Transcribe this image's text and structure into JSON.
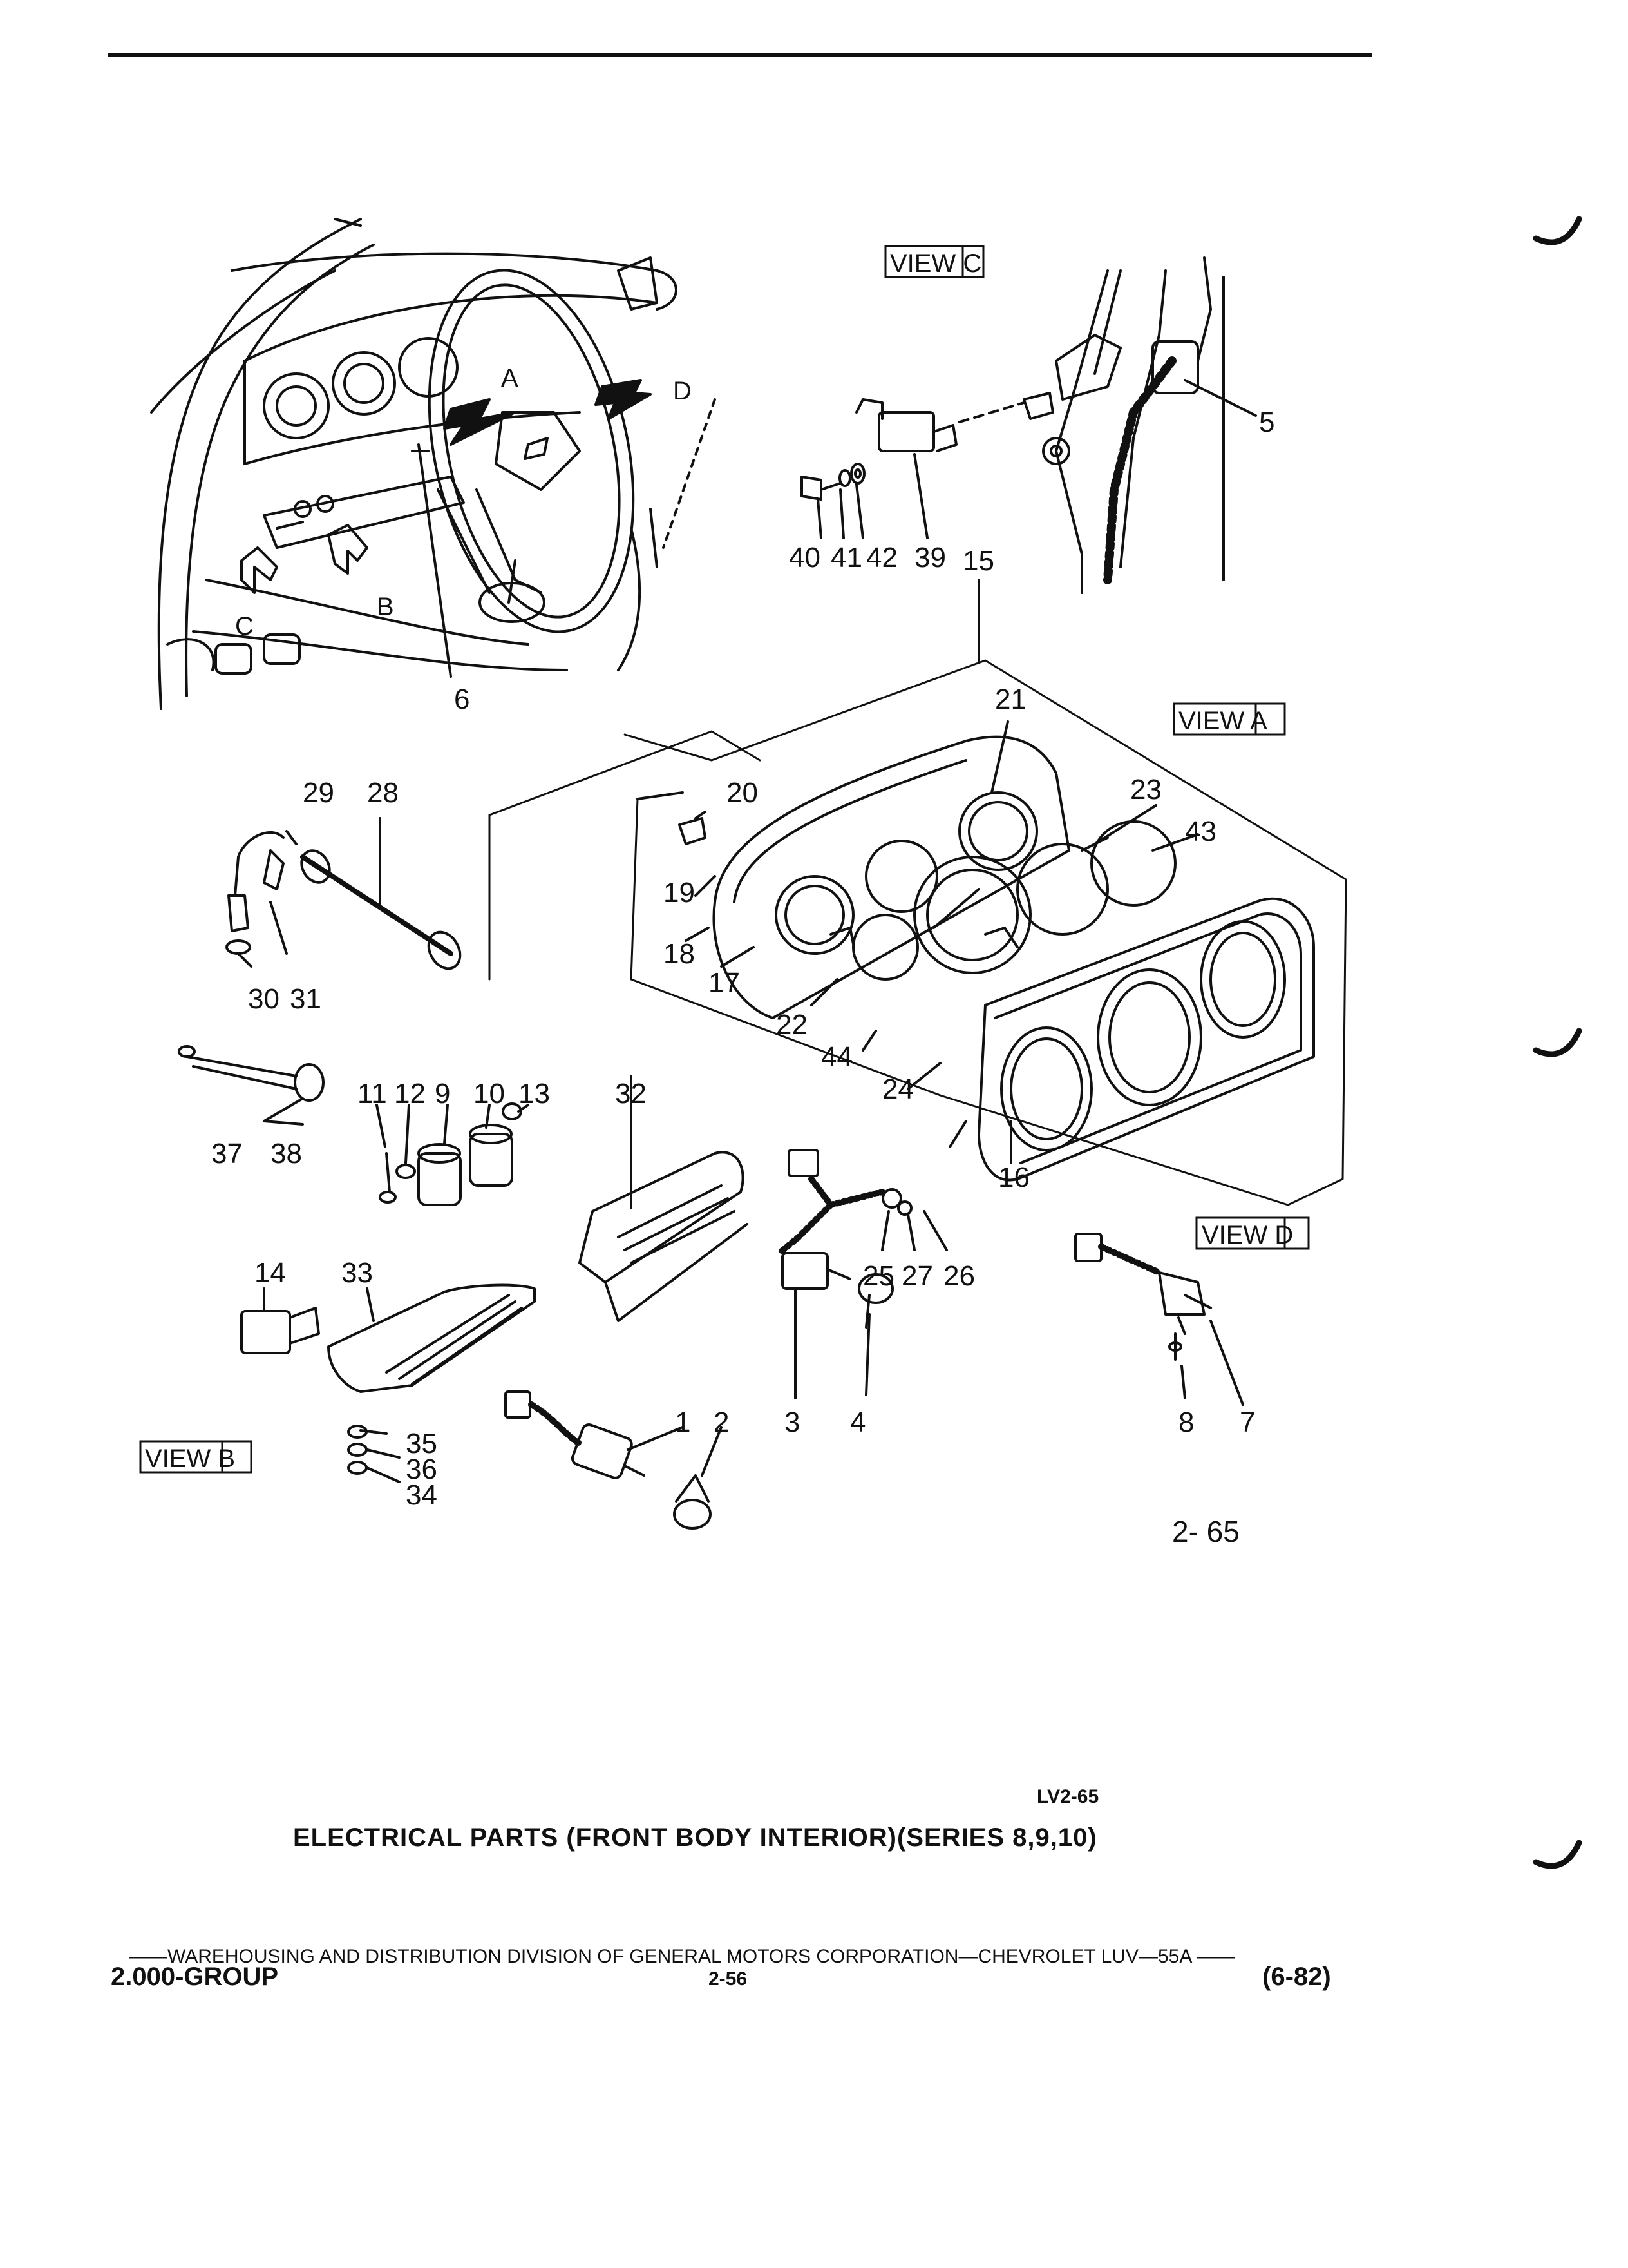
{
  "views": {
    "a": "VIEW A",
    "b": "VIEW B",
    "c": "VIEW C",
    "d": "VIEW D"
  },
  "locator_letters": [
    "A",
    "B",
    "C",
    "D"
  ],
  "callouts": [
    "1",
    "2",
    "3",
    "4",
    "5",
    "6",
    "7",
    "8",
    "9",
    "10",
    "11",
    "12",
    "13",
    "14",
    "15",
    "16",
    "17",
    "18",
    "19",
    "20",
    "21",
    "22",
    "23",
    "24",
    "25",
    "26",
    "27",
    "28",
    "29",
    "30",
    "31",
    "32",
    "33",
    "34",
    "35",
    "36",
    "37",
    "38",
    "39",
    "40",
    "41",
    "42",
    "43",
    "44"
  ],
  "figure_number": "2- 65",
  "reference_code": "LV2-65",
  "caption": "ELECTRICAL PARTS (FRONT BODY INTERIOR)(SERIES 8,9,10)",
  "footer": {
    "division_line": "——WAREHOUSING AND DISTRIBUTION  DIVISION OF GENERAL MOTORS CORPORATION—CHEVROLET LUV—55A  ——",
    "group": "2.000-GROUP",
    "page": "2-56",
    "date": "(6-82)"
  }
}
